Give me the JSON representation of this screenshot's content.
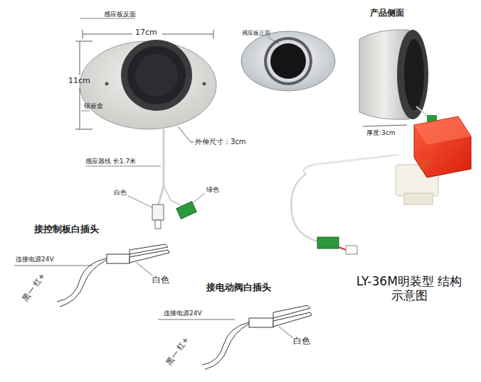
{
  "diagram": {
    "title": "LY-36M明装型 结构示意图",
    "labels": [
      "感应板反面",
      "17cm",
      "11cm",
      "镶嵌盒",
      "外伸尺寸：3cm",
      "感应器线 长1.7米",
      "白色",
      "绿色",
      "感应板正面",
      "产品侧面",
      "厚度:3cm",
      "接控制板白插头",
      "连接电源24V",
      "白色",
      "黑一 红+",
      "接电动阀白插头",
      "连接电源24V",
      "白色",
      "黑一 红+"
    ]
  }
}
